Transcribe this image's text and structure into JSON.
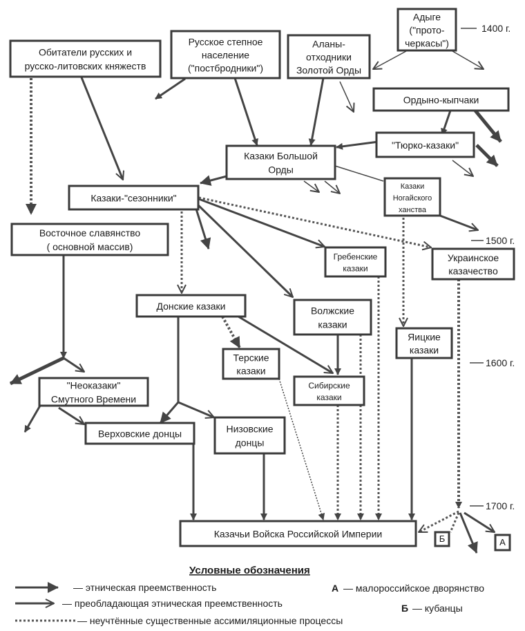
{
  "diagram": {
    "nodes": {
      "adyge": [
        "Адыге",
        "(\"прото-",
        "черкасы\")"
      ],
      "russ_princ": [
        "Обитатели русских и",
        "русско-литовских княжеств"
      ],
      "steppe": [
        "Русское степное",
        "население",
        "(\"постбродники\")"
      ],
      "alans": [
        "Аланы-",
        "отходники",
        "Золотой Орды"
      ],
      "kipchak": [
        "Ордыно-кыпчаки"
      ],
      "turk_cos": [
        "\"Тюрко-казаки\""
      ],
      "great_horde": [
        "Казаки Большой",
        "Орды"
      ],
      "seasonal": [
        "Казаки-\"сезонники\""
      ],
      "nogai": [
        "Казаки",
        "Ногайского",
        "ханства"
      ],
      "east_slav": [
        "Восточное славянство",
        "( основной массив)"
      ],
      "greben": [
        "Гребенские",
        "казаки"
      ],
      "ukr": [
        "Украинское",
        "казачество"
      ],
      "don": [
        "Донские казаки"
      ],
      "volga": [
        "Волжские",
        "казаки"
      ],
      "yaik": [
        "Яицкие",
        "казаки"
      ],
      "terek": [
        "Терские",
        "казаки"
      ],
      "siber": [
        "Сибирские",
        "казаки"
      ],
      "neo": [
        "\"Неоказаки\"",
        "Смутного Времени"
      ],
      "upper_don": [
        "Верховские донцы"
      ],
      "lower_don": [
        "Низовские",
        "донцы"
      ],
      "empire": [
        "Казачьи Войска Российской Империи"
      ],
      "box_b": [
        "Б"
      ],
      "box_a": [
        "А"
      ]
    },
    "timeline": [
      "1400 г.",
      "1500 г.",
      "1600 г.",
      "1700 г."
    ],
    "legend": {
      "title": "Условные обозначения",
      "solid": "—  этническая преемственность",
      "open": "—  преобладающая этническая преемственность",
      "dotted": "— неучтённые существенные ассимиляционные процессы",
      "a_letter": "А",
      "a_text": "— малороссийское дворянство",
      "b_letter": "Б",
      "b_text": "—    кубанцы"
    }
  }
}
